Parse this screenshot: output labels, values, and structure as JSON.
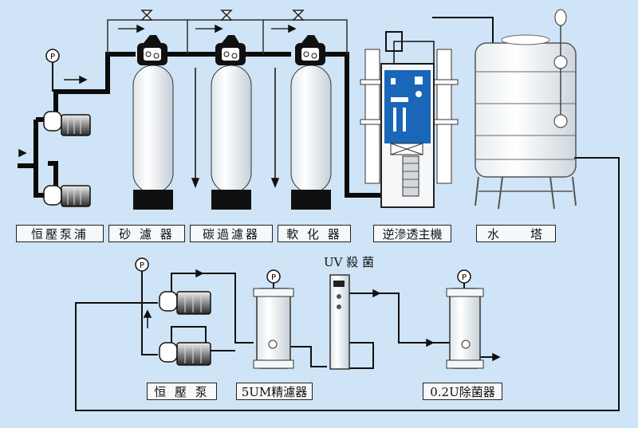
{
  "labels": {
    "pump_main": "恒壓泵浦",
    "sand_filter": "砂 濾 器",
    "carbon_filter": "碳過濾器",
    "softener": "軟 化 器",
    "ro_unit": "逆滲透主機",
    "water_tower": "水　　塔",
    "uv": "UV 殺 菌",
    "pump_secondary": "恒 壓 泵",
    "filter_5um": "5UM精濾器",
    "filter_02u": "0.2U除菌器"
  },
  "gauges": {
    "pressure_symbol": "P"
  },
  "colors": {
    "background": "#cfe4f6",
    "pipe": "#0b0b0b",
    "vessel_body": "#f8f9fa",
    "vessel_base": "#101010",
    "ro_screen": "#1a66b8",
    "label_bg": "#f6f8fa"
  }
}
